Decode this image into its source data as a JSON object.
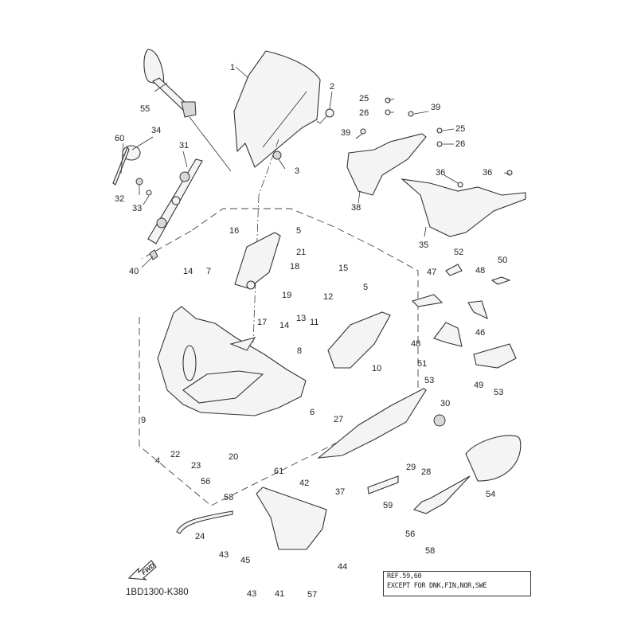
{
  "diagram": {
    "title_code": "1BD1300-K380",
    "fwd_label": "FWD",
    "note_lines": [
      "REF.59,60",
      "EXCEPT FOR DNK,FIN,NOR,SWE"
    ],
    "callouts": [
      {
        "id": "c1",
        "num": "1"
      },
      {
        "id": "c2",
        "num": "2"
      },
      {
        "id": "c3",
        "num": "3"
      },
      {
        "id": "c4",
        "num": "4"
      },
      {
        "id": "c5a",
        "num": "5"
      },
      {
        "id": "c5b",
        "num": "5"
      },
      {
        "id": "c6",
        "num": "6"
      },
      {
        "id": "c7",
        "num": "7"
      },
      {
        "id": "c8",
        "num": "8"
      },
      {
        "id": "c9",
        "num": "9"
      },
      {
        "id": "c10",
        "num": "10"
      },
      {
        "id": "c11",
        "num": "11"
      },
      {
        "id": "c12",
        "num": "12"
      },
      {
        "id": "c13",
        "num": "13"
      },
      {
        "id": "c14a",
        "num": "14"
      },
      {
        "id": "c14b",
        "num": "14"
      },
      {
        "id": "c15",
        "num": "15"
      },
      {
        "id": "c16",
        "num": "16"
      },
      {
        "id": "c17",
        "num": "17"
      },
      {
        "id": "c18",
        "num": "18"
      },
      {
        "id": "c19",
        "num": "19"
      },
      {
        "id": "c20",
        "num": "20"
      },
      {
        "id": "c21",
        "num": "21"
      },
      {
        "id": "c22",
        "num": "22"
      },
      {
        "id": "c23",
        "num": "23"
      },
      {
        "id": "c24",
        "num": "24"
      },
      {
        "id": "c25a",
        "num": "25"
      },
      {
        "id": "c25b",
        "num": "25"
      },
      {
        "id": "c26a",
        "num": "26"
      },
      {
        "id": "c26b",
        "num": "26"
      },
      {
        "id": "c27",
        "num": "27"
      },
      {
        "id": "c28",
        "num": "28"
      },
      {
        "id": "c29",
        "num": "29"
      },
      {
        "id": "c30",
        "num": "30"
      },
      {
        "id": "c31",
        "num": "31"
      },
      {
        "id": "c32",
        "num": "32"
      },
      {
        "id": "c33",
        "num": "33"
      },
      {
        "id": "c34",
        "num": "34"
      },
      {
        "id": "c35",
        "num": "35"
      },
      {
        "id": "c36a",
        "num": "36"
      },
      {
        "id": "c36b",
        "num": "36"
      },
      {
        "id": "c37",
        "num": "37"
      },
      {
        "id": "c38",
        "num": "38"
      },
      {
        "id": "c39a",
        "num": "39"
      },
      {
        "id": "c39b",
        "num": "39"
      },
      {
        "id": "c40",
        "num": "40"
      },
      {
        "id": "c41",
        "num": "41"
      },
      {
        "id": "c42",
        "num": "42"
      },
      {
        "id": "c43a",
        "num": "43"
      },
      {
        "id": "c43b",
        "num": "43"
      },
      {
        "id": "c44",
        "num": "44"
      },
      {
        "id": "c45",
        "num": "45"
      },
      {
        "id": "c46",
        "num": "46"
      },
      {
        "id": "c47",
        "num": "47"
      },
      {
        "id": "c48a",
        "num": "48"
      },
      {
        "id": "c48b",
        "num": "48"
      },
      {
        "id": "c49",
        "num": "49"
      },
      {
        "id": "c50",
        "num": "50"
      },
      {
        "id": "c51",
        "num": "51"
      },
      {
        "id": "c52",
        "num": "52"
      },
      {
        "id": "c53a",
        "num": "53"
      },
      {
        "id": "c53b",
        "num": "53"
      },
      {
        "id": "c54",
        "num": "54"
      },
      {
        "id": "c55",
        "num": "55"
      },
      {
        "id": "c56a",
        "num": "56"
      },
      {
        "id": "c56b",
        "num": "56"
      },
      {
        "id": "c57",
        "num": "57"
      },
      {
        "id": "c58a",
        "num": "58"
      },
      {
        "id": "c58b",
        "num": "58"
      },
      {
        "id": "c59",
        "num": "59"
      },
      {
        "id": "c60",
        "num": "60"
      },
      {
        "id": "c61",
        "num": "61"
      }
    ]
  }
}
